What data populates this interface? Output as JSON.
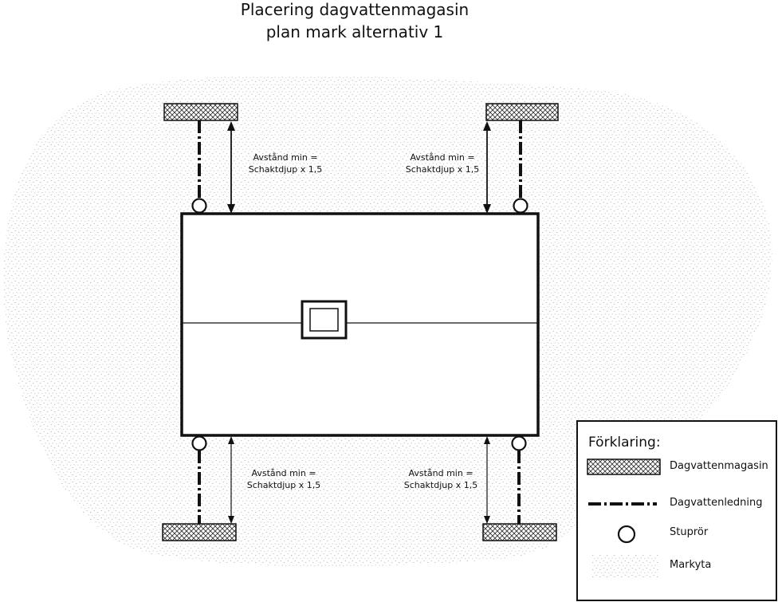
{
  "title": {
    "line1": "Placering dagvattenmagasin",
    "line2": "plan mark alternativ 1"
  },
  "annotations": {
    "top_left": {
      "line1": "Avstånd min =",
      "line2": "Schaktdjup x 1,5"
    },
    "top_right": {
      "line1": "Avstånd min =",
      "line2": "Schaktdjup x 1,5"
    },
    "bottom_left": {
      "line1": "Avstånd min =",
      "line2": "Schaktdjup x 1,5"
    },
    "bottom_right": {
      "line1": "Avstånd min =",
      "line2": "Schaktdjup x 1,5"
    }
  },
  "legend": {
    "title": "Förklaring:",
    "items": [
      {
        "label": "Dagvattenmagasin"
      },
      {
        "label": "Dagvattenledning"
      },
      {
        "label": "Stuprör"
      },
      {
        "label": "Markyta"
      }
    ]
  },
  "colors": {
    "line": "#111111",
    "stipple": "#9a9a9a",
    "background": "#ffffff"
  }
}
